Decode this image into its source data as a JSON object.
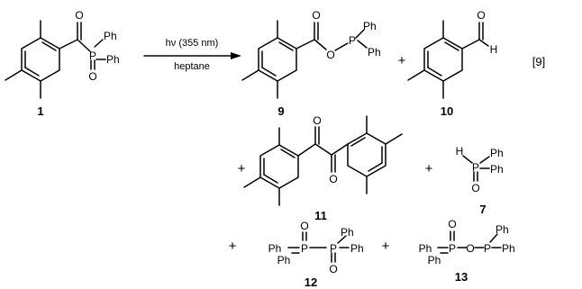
{
  "equation": "[9]",
  "conditions": {
    "above": "hν (355 nm)",
    "below": "heptane"
  },
  "plus_sign": "+",
  "atoms": {
    "Ph": "Ph",
    "P": "P",
    "O": "O",
    "H": "H"
  },
  "compounds": {
    "c1": {
      "label": "1"
    },
    "c9": {
      "label": "9"
    },
    "c10": {
      "label": "10"
    },
    "c11": {
      "label": "11"
    },
    "c7": {
      "label": "7"
    },
    "c12": {
      "label": "12"
    },
    "c13": {
      "label": "13"
    }
  }
}
